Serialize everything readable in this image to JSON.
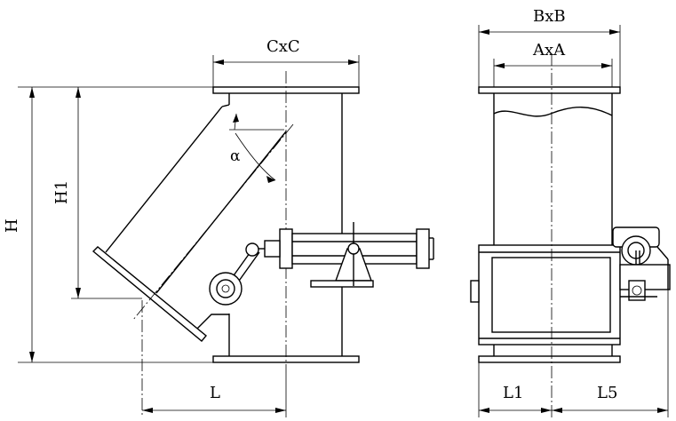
{
  "labels": {
    "cxc": "CxC",
    "bxb": "BxB",
    "axa": "AxA",
    "alpha": "α",
    "h": "H",
    "h1": "H1",
    "l": "L",
    "l1": "L1",
    "l5": "L5"
  }
}
